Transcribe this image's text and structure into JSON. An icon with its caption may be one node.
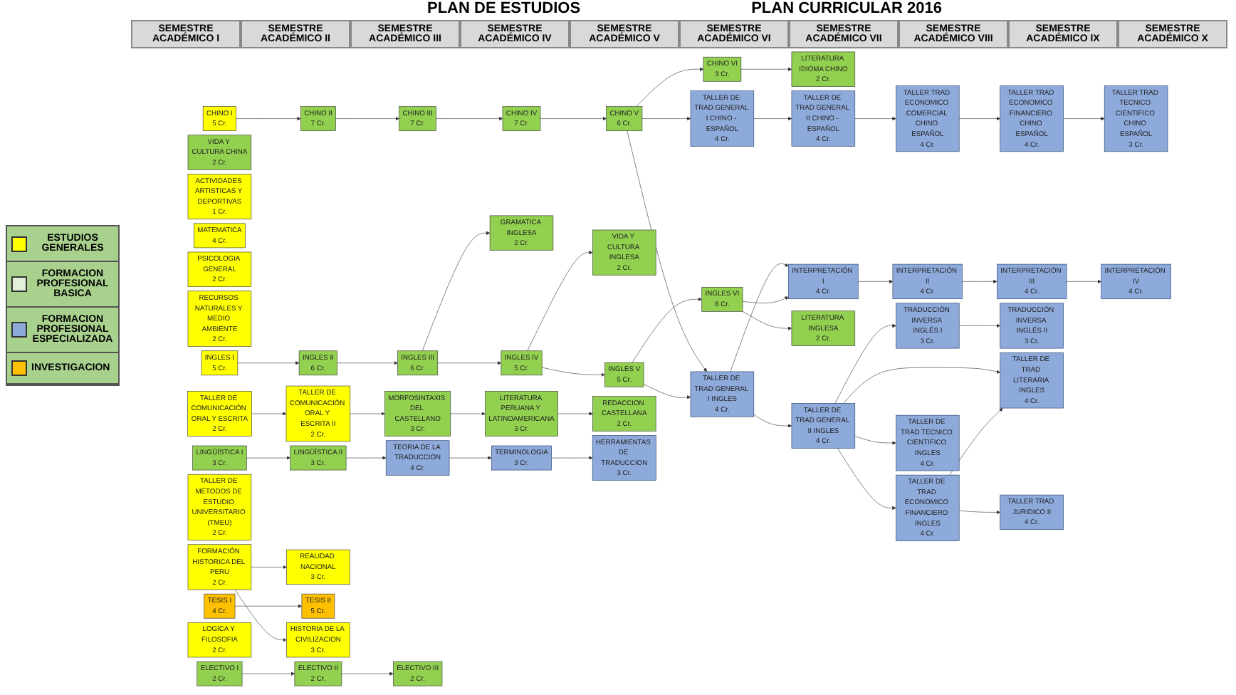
{
  "diagram": {
    "nodes": [
      {
        "text": [
          "CHINO I",
          "5 Cr."
        ]
      },
      {
        "text": [
          "CHINO II",
          "7 Cr."
        ]
      },
      {
        "text": [
          "CHINO III",
          "7 Cr."
        ]
      },
      {
        "text": [
          "CHINO IV",
          "7 Cr."
        ]
      },
      {
        "text": [
          "CHINO V",
          "6 Cr."
        ]
      },
      {
        "text": [
          "CHINO VI",
          "3 Cr."
        ]
      },
      {
        "text": [
          "LITERATURA IDIOMA CHINO",
          "2 Cr."
        ]
      },
      {
        "text": [
          "VIDA Y CULTURA CHINA",
          "2 Cr."
        ]
      },
      {
        "text": [
          "TALLER DE TRAD GENERAL I CHINO - ESPAÑOL",
          "4 Cr."
        ]
      },
      {
        "text": [
          "TALLER DE TRAD GENERAL II CHINO - ESPAÑOL",
          "4 Cr."
        ]
      },
      {
        "text": [
          "TALLER TRAD ECONOMICO COMERCIAL CHINO ESPAÑOL",
          "4 Cr."
        ]
      },
      {
        "text": [
          "TALLER TRAD ECONOMICO FINANCIERO CHINO ESPAÑOL",
          "4 Cr."
        ]
      },
      {
        "text": [
          "TALLER TRAD TECNICO CIENTIFICO CHINO ESPAÑOL",
          "3 Cr."
        ]
      },
      {
        "text": [
          "INTERPRETACIÓN I",
          "4 Cr."
        ]
      },
      {
        "text": [
          "INTERPRETACIÓN II",
          "4 Cr."
        ]
      },
      {
        "text": [
          "INTERPRETACIÓN III",
          "4 Cr."
        ]
      },
      {
        "text": [
          "INTERPRETACIÓN IV",
          "4 Cr."
        ]
      },
      {
        "text": [
          "ACTIVIDADES ARTISTICAS Y DEPORTIVAS",
          "1 Cr."
        ]
      },
      {
        "text": [
          "GRAMATICA INGLESA",
          "2 Cr."
        ]
      },
      {
        "text": [
          "VIDA Y CULTURA INGLESA",
          "2 Cr."
        ]
      },
      {
        "text": [
          "TRADUCCIÓN INVERSA INGLÉS I",
          "3 Cr."
        ]
      },
      {
        "text": [
          "TRADUCCIÓN INVERSA INGLÉS II",
          "3 Cr."
        ]
      },
      {
        "text": [
          "MATEMATICA",
          "4 Cr."
        ]
      },
      {
        "text": [
          "PSICOLOGIA GENERAL",
          "2 Cr."
        ]
      },
      {
        "text": [
          "RECURSOS NATURALES Y MEDIO AMBIENTE",
          "2 Cr."
        ]
      },
      {
        "text": [
          "TALLER DE TRAD GENERAL I INGLES",
          "4 Cr."
        ]
      },
      {
        "text": [
          "TALLER DE TRAD GENERAL II INGLES",
          "4 Cr."
        ]
      },
      {
        "text": [
          "TALLER DE TRAD ECONOMICO FINANCIERO INGLES",
          "4 Cr."
        ]
      },
      {
        "text": [
          "TALLER DE TRAD LITERARIA INGLES",
          "4 Cr."
        ]
      },
      {
        "text": [
          "TALLER TRAD JURIDICO II",
          "4 Cr."
        ]
      },
      {
        "text": [
          "INGLES I",
          "5 Cr."
        ]
      },
      {
        "text": [
          "INGLES II",
          "6 Cr."
        ]
      },
      {
        "text": [
          "INGLES III",
          "6 Cr."
        ]
      },
      {
        "text": [
          "INGLES IV",
          "5 Cr."
        ]
      },
      {
        "text": [
          "INGLES V",
          "5 Cr."
        ]
      },
      {
        "text": [
          "INGLES VI",
          "6 Cr."
        ]
      },
      {
        "text": [
          "LITERATURA INGLESA",
          "2 Cr."
        ]
      },
      {
        "text": [
          "TALLER DE TRAD TECNICO CIENTIFICO INGLES",
          "4 Cr."
        ]
      },
      {
        "text": [
          "TALLER DE COMUNICACIÓN ORAL Y ESCRITA",
          "2 Cr."
        ]
      },
      {
        "text": [
          "TALLER DE COMUNICACIÓN ORAL Y ESCRITA II",
          "2 Cr."
        ]
      },
      {
        "text": [
          "MORFOSINTAXIS DEL CASTELLANO",
          "3 Cr."
        ]
      },
      {
        "text": [
          "LITERATURA PERUANA Y LATINOAMERICANA",
          "3 Cr."
        ]
      },
      {
        "text": [
          "REDACCION CASTELLANA",
          "2 Cr."
        ]
      },
      {
        "text": [
          "LINGÜÍSTICA I",
          "3 Cr."
        ]
      },
      {
        "text": [
          "LINGÜÍSTICA II",
          "3 Cr."
        ]
      },
      {
        "text": [
          "TALLER DE METODOS DE ESTUDIO UNIVERSITARIO (TMEU)",
          "2 Cr."
        ]
      },
      {
        "text": [
          "FORMACIÓN HISTORICA DEL PERU",
          "2 Cr."
        ]
      },
      {
        "text": [
          "REALIDAD NACIONAL",
          "3 Cr."
        ]
      },
      {
        "text": [
          "TEORIA DE LA TRADUCCION",
          "4 Cr."
        ]
      },
      {
        "text": [
          "TERMINOLOGIA",
          "3 Cr."
        ]
      },
      {
        "text": [
          "HERRAMIENTAS DE TRADUCCION",
          "3 Cr."
        ]
      },
      {
        "text": [
          "TESIS I",
          "4 Cr."
        ]
      },
      {
        "text": [
          "TESIS II",
          "5 Cr."
        ]
      },
      {
        "text": [
          "LOGICA Y FILOSOFIA",
          "2 Cr."
        ]
      },
      {
        "text": [
          "HISTORIA DE LA CIVILIZACION",
          "3 Cr."
        ]
      },
      {
        "text": [
          "ELECTIVO I",
          "2 Cr."
        ]
      },
      {
        "text": [
          "ELECTIVO II",
          "2 Cr."
        ]
      },
      {
        "text": [
          "ELECTIVO III",
          "2 Cr."
        ]
      }
    ],
    "edges": [
      {
        "from": 0,
        "to": 1,
        "arrow": "to"
      },
      {
        "from": 1,
        "to": 2,
        "arrow": "to"
      },
      {
        "from": 2,
        "to": 3,
        "arrow": "to"
      },
      {
        "from": 3,
        "to": 4,
        "arrow": "to"
      },
      {
        "from": 4,
        "to": 5,
        "arrow": "to"
      },
      {
        "from": 5,
        "to": 6,
        "arrow": "to"
      },
      {
        "from": 4,
        "to": 8,
        "arrow": "to"
      },
      {
        "from": 4,
        "to": 25,
        "arrow": "to"
      },
      {
        "from": 8,
        "to": 9,
        "arrow": "to"
      },
      {
        "from": 9,
        "to": 10,
        "arrow": "to"
      },
      {
        "from": 10,
        "to": 11,
        "arrow": "to"
      },
      {
        "from": 11,
        "to": 12,
        "arrow": "to"
      },
      {
        "from": 13,
        "to": 14,
        "arrow": "to"
      },
      {
        "from": 14,
        "to": 15,
        "arrow": "to"
      },
      {
        "from": 15,
        "to": 16,
        "arrow": "to"
      },
      {
        "from": 25,
        "to": 13,
        "arrow": "to"
      },
      {
        "from": 35,
        "to": 13,
        "arrow": "to"
      },
      {
        "from": 30,
        "to": 31,
        "arrow": "to"
      },
      {
        "from": 31,
        "to": 32,
        "arrow": "to"
      },
      {
        "from": 32,
        "to": 33,
        "arrow": "to"
      },
      {
        "from": 33,
        "to": 34,
        "arrow": "to"
      },
      {
        "from": 34,
        "to": 35,
        "arrow": "to"
      },
      {
        "from": 35,
        "to": 36,
        "arrow": "to"
      },
      {
        "from": 32,
        "to": 18,
        "arrow": "to"
      },
      {
        "from": 33,
        "to": 19,
        "arrow": "to"
      },
      {
        "from": 34,
        "to": 25,
        "arrow": "to"
      },
      {
        "from": 25,
        "to": 26,
        "arrow": "to"
      },
      {
        "from": 26,
        "to": 27,
        "arrow": "to"
      },
      {
        "from": 26,
        "to": 20,
        "arrow": "to"
      },
      {
        "from": 26,
        "to": 37,
        "arrow": "to"
      },
      {
        "from": 26,
        "to": 28,
        "arrow": "to"
      },
      {
        "from": 27,
        "to": 28,
        "arrow": "to"
      },
      {
        "from": 27,
        "to": 29,
        "arrow": "to"
      },
      {
        "from": 20,
        "to": 21,
        "arrow": "to"
      },
      {
        "from": 38,
        "to": 39,
        "arrow": "to"
      },
      {
        "from": 39,
        "to": 40,
        "arrow": "to"
      },
      {
        "from": 40,
        "to": 41,
        "arrow": "to"
      },
      {
        "from": 41,
        "to": 42,
        "arrow": "to"
      },
      {
        "from": 43,
        "to": 44,
        "arrow": "to"
      },
      {
        "from": 44,
        "to": 48,
        "arrow": "to"
      },
      {
        "from": 48,
        "to": 49,
        "arrow": "to"
      },
      {
        "from": 49,
        "to": 50,
        "arrow": "to"
      },
      {
        "from": 46,
        "to": 47,
        "arrow": "to"
      },
      {
        "from": 46,
        "to": 54,
        "arrow": "to"
      },
      {
        "from": 51,
        "to": 52,
        "arrow": "to"
      },
      {
        "from": 55,
        "to": 56,
        "arrow": "to"
      },
      {
        "from": 56,
        "to": 57,
        "arrow": "to"
      }
    ],
    "labels": [
      "PLAN DE ESTUDIOS",
      "PLAN CURRICULAR 2016",
      "SEMESTRE ACADÉMICO I",
      "SEMESTRE ACADÉMICO II",
      "SEMESTRE ACADÉMICO III",
      "SEMESTRE ACADÉMICO IV",
      "SEMESTRE ACADÉMICO V",
      "SEMESTRE ACADÉMICO VI",
      "SEMESTRE ACADÉMICO VII",
      "SEMESTRE ACADÉMICO VIII",
      "SEMESTRE ACADÉMICO IX",
      "SEMESTRE ACADÉMICO X"
    ],
    "legend": [
      {
        "text": "ESTUDIOS GENERALES",
        "color": "#ffff00"
      },
      {
        "text": "FORMACION PROFESIONAL BASICA",
        "color": "#e2f0d9"
      },
      {
        "text": "FORMACION PROFESIONAL ESPECIALIZADA",
        "color": "#8eaadb"
      },
      {
        "text": "INVESTIGACION",
        "color": "#ffc000"
      }
    ]
  }
}
